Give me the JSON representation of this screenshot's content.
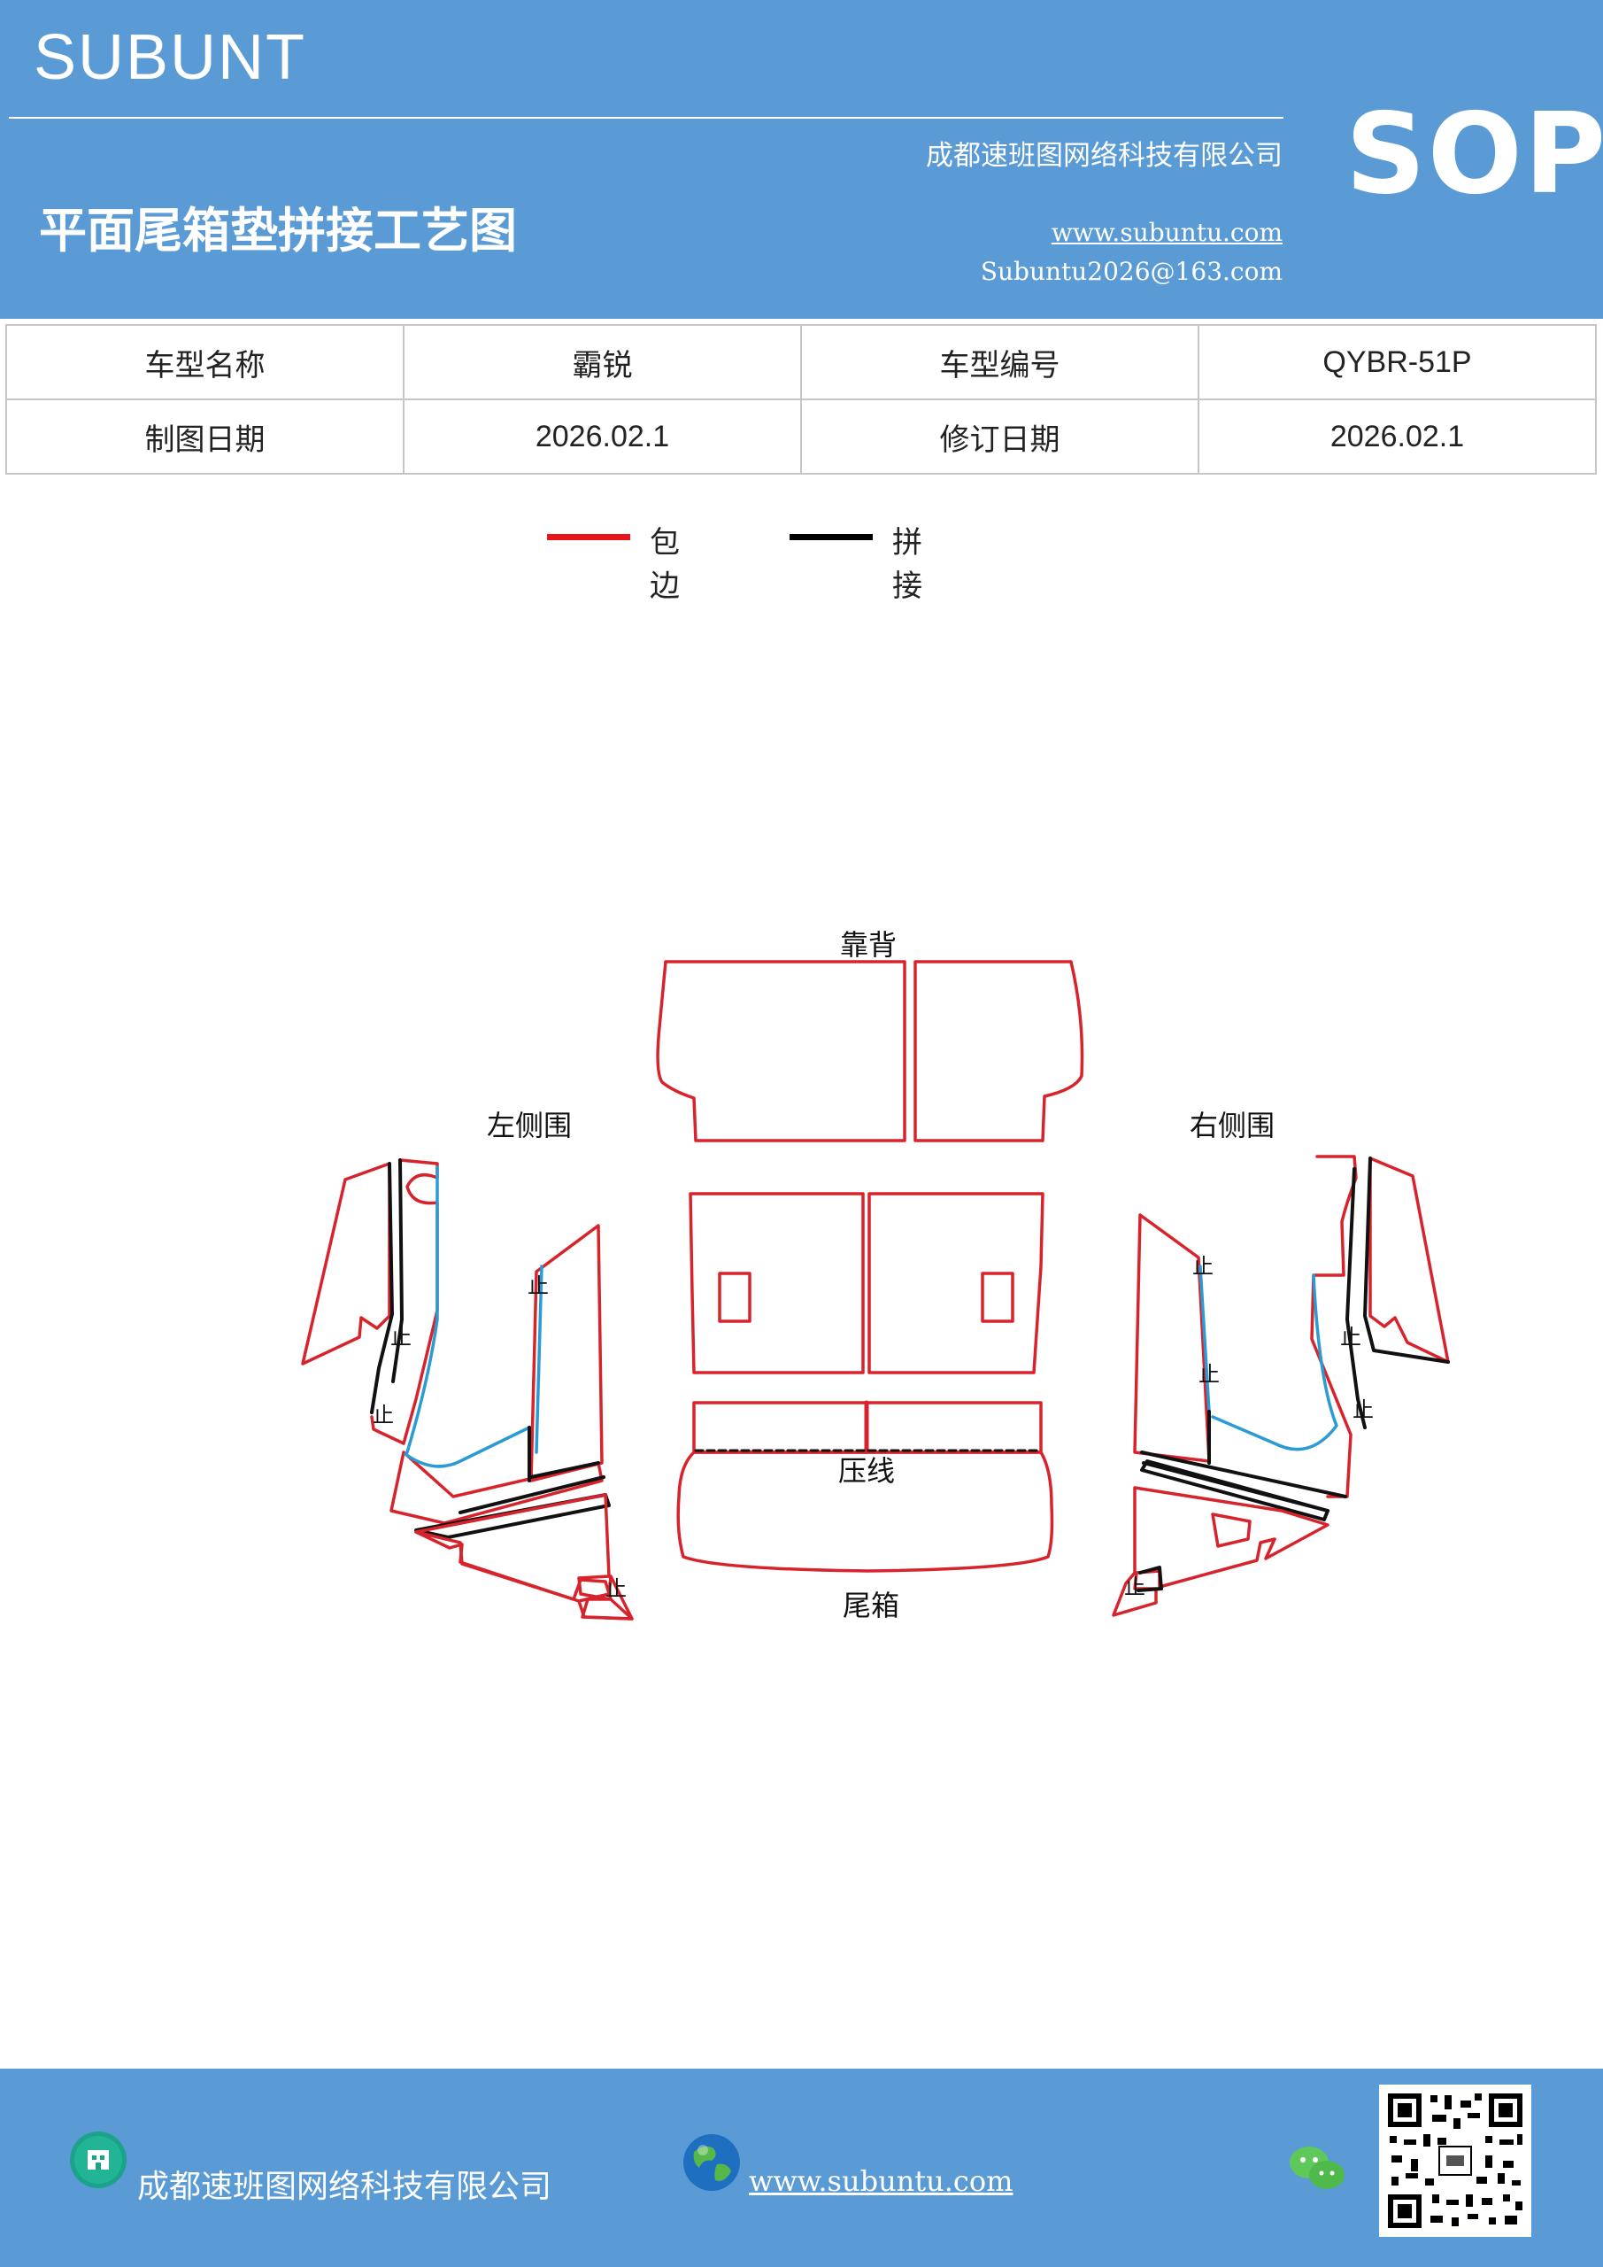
{
  "header": {
    "brand": "SUBUNT",
    "company": "成都速班图网络科技有限公司",
    "title": "平面尾箱垫拼接工艺图",
    "website": "www.subuntu.com",
    "email": "Subuntu2026@163.com",
    "badge": "SOP"
  },
  "info_table": {
    "rows": [
      [
        "车型名称",
        "霸锐",
        "车型编号",
        "QYBR-51P"
      ],
      [
        "制图日期",
        "2026.02.1",
        "修订日期",
        "2026.02.1"
      ]
    ]
  },
  "legend": {
    "items": [
      {
        "label": "包边",
        "color": "#e8141c"
      },
      {
        "label": "拼接",
        "color": "#000000"
      }
    ]
  },
  "diagram": {
    "labels": {
      "backrest": "靠背",
      "left_side": "左侧围",
      "right_side": "右侧围",
      "press_line": "压线",
      "trunk": "尾箱",
      "stop": "止"
    },
    "colors": {
      "edge": "#d7242c",
      "seam": "#111111",
      "blue": "#2b9bd3"
    }
  },
  "footer": {
    "company": "成都速班图网络科技有限公司",
    "website": "www.subuntu.com",
    "icons": [
      "building-icon",
      "globe-icon",
      "wechat-icon",
      "qr-code"
    ]
  }
}
